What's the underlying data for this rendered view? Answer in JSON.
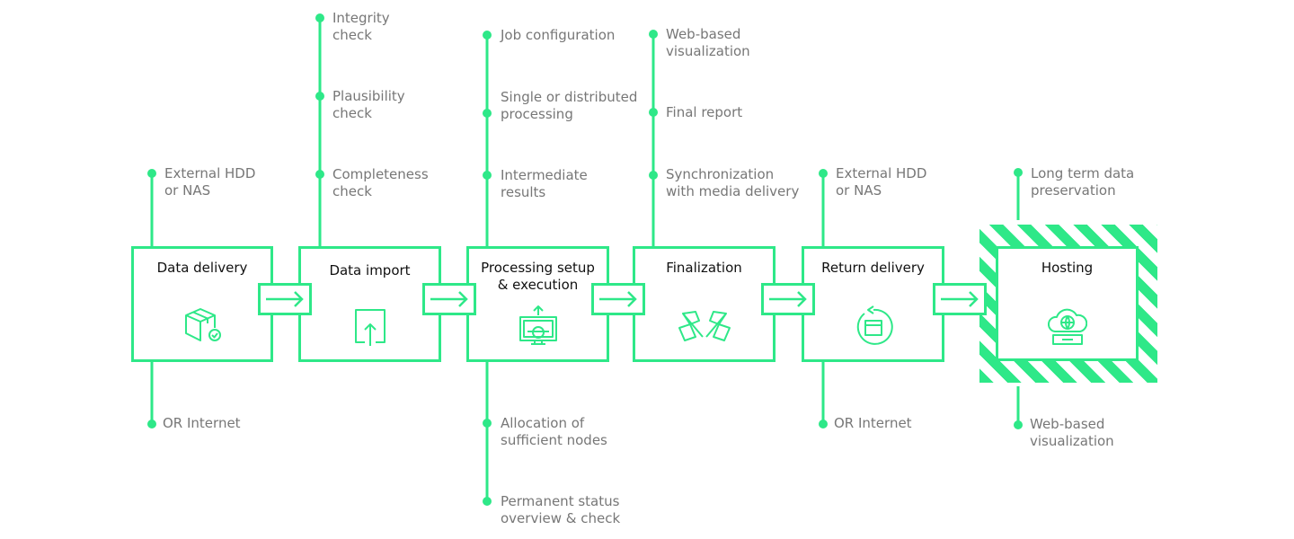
{
  "stages": [
    {
      "title_lines": [
        "Data delivery"
      ],
      "icon": "package-check-icon"
    },
    {
      "title_lines": [
        "Data import"
      ],
      "icon": "upload-icon"
    },
    {
      "title_lines": [
        "Processing setup",
        "& execution"
      ],
      "icon": "computer-process-icon"
    },
    {
      "title_lines": [
        "Finalization"
      ],
      "icon": "crossed-flags-icon"
    },
    {
      "title_lines": [
        "Return delivery"
      ],
      "icon": "return-box-icon"
    },
    {
      "title_lines": [
        "Hosting"
      ],
      "icon": "cloud-globe-icon"
    }
  ],
  "notes": {
    "delivery_top": [
      "External HDD",
      "or NAS"
    ],
    "delivery_bottom": [
      "OR Internet"
    ],
    "import_1": [
      "Integrity",
      "check"
    ],
    "import_2": [
      "Plausibility",
      "check"
    ],
    "import_3": [
      "Completeness",
      "check"
    ],
    "processing_1": [
      "Job configuration"
    ],
    "processing_2": [
      "Single or distributed",
      "processing"
    ],
    "processing_3": [
      "Intermediate",
      "results"
    ],
    "processing_b1": [
      "Allocation of",
      "sufficient nodes"
    ],
    "processing_b2": [
      "Permanent status",
      "overview & check"
    ],
    "final_1": [
      "Web-based",
      "visualization"
    ],
    "final_2": [
      "Final report"
    ],
    "final_3": [
      "Synchronization",
      "with media delivery"
    ],
    "return_top": [
      "External HDD",
      "or NAS"
    ],
    "return_bottom": [
      "OR Internet"
    ],
    "hosting_top": [
      "Long term data",
      "preservation"
    ],
    "hosting_bottom": [
      "Web-based",
      "visualization"
    ]
  },
  "colors": {
    "accent": "#2ee888",
    "note_text": "#777777",
    "title_text": "#111111"
  }
}
